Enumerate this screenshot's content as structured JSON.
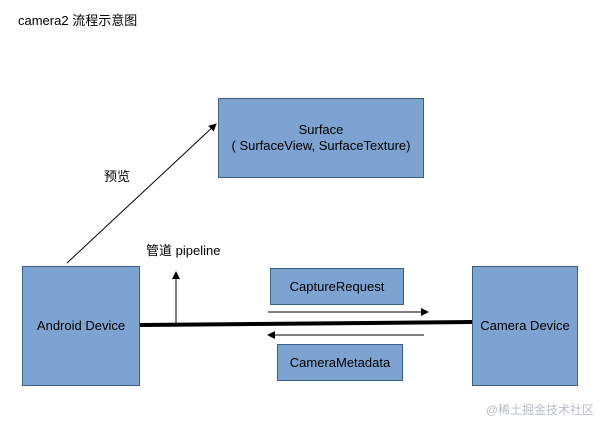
{
  "title": "camera2  流程示意图",
  "nodes": {
    "surface": {
      "line1": "Surface",
      "line2": "( SurfaceView, SurfaceTexture)"
    },
    "android_device": {
      "label": "Android Device"
    },
    "camera_device": {
      "label": "Camera Device"
    },
    "capture_request": {
      "label": "CaptureRequest"
    },
    "camera_metadata": {
      "label": "CameraMetadata"
    }
  },
  "edges": {
    "preview": {
      "label": "预览"
    },
    "pipeline": {
      "label": "管道 pipeline"
    }
  },
  "watermark": "@稀土掘金技术社区",
  "colors": {
    "box_fill": "#7da4d0",
    "box_border": "#3a5f8a",
    "line": "#000000"
  }
}
